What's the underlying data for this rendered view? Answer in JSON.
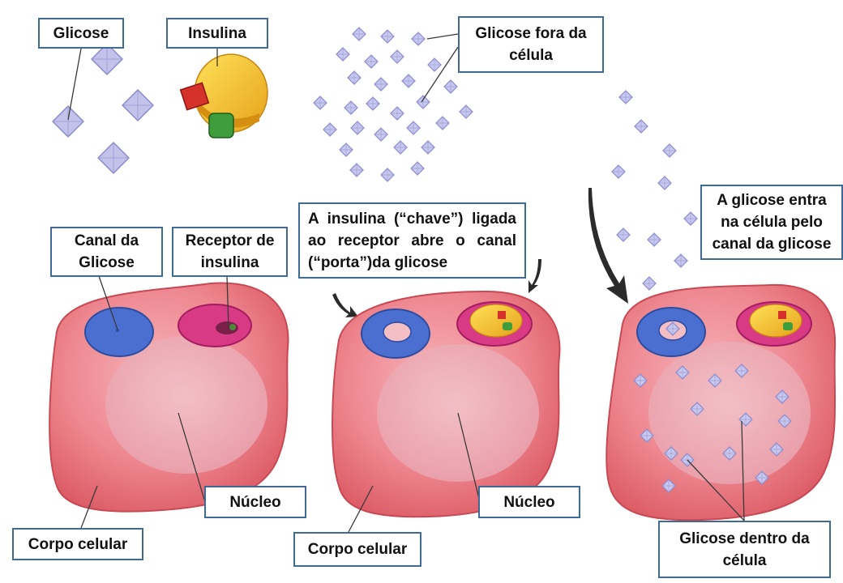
{
  "labels": {
    "glicose": "Glicose",
    "insulina": "Insulina",
    "glicose_fora": "Glicose fora da célula",
    "canal_glicose": "Canal da Glicose",
    "receptor_insulina": "Receptor de insulina",
    "insulina_chave": "A insulina (“chave”) ligada ao receptor abre o canal (“porta”)da glicose",
    "glicose_entra": "A glicose entra na célula pelo canal da glicose",
    "nucleo_1": "Núcleo",
    "nucleo_2": "Núcleo",
    "corpo_celular_1": "Corpo celular",
    "corpo_celular_2": "Corpo celular",
    "glicose_dentro": "Glicose dentro da célula"
  },
  "colors": {
    "label_border": "#3f6a95",
    "cell_body": "#e8707a",
    "nucleus": "#e9a3ae",
    "glucose_channel": "#4a6fd0",
    "insulin_receptor": "#d83a86",
    "insulin": "#f2c21c",
    "glucose_molecule": "#b8b8e6"
  }
}
